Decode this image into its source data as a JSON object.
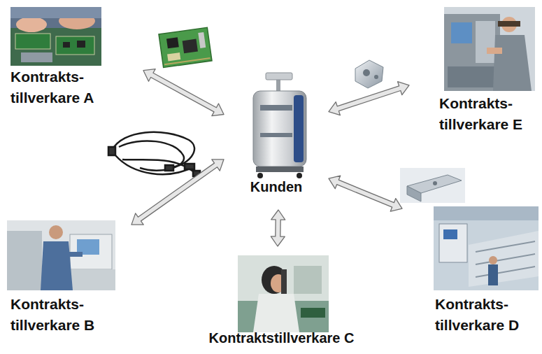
{
  "diagram": {
    "nodes": [
      {
        "text": [
          "Kontrakts- tillverkare A"
        ]
      },
      {
        "text": [
          "Kontrakts- tillverkare E"
        ]
      },
      {
        "text": [
          "Kunden"
        ]
      },
      {
        "text": [
          "Kontrakts- tillverkare B"
        ]
      },
      {
        "text": [
          "Kontrakts- tillverkare D"
        ]
      },
      {
        "text": [
          "Kontraktstillverkare C"
        ]
      }
    ],
    "edges": [
      {
        "from": 0,
        "to": 2,
        "arrow": "both"
      },
      {
        "from": 1,
        "to": 2,
        "arrow": "both"
      },
      {
        "from": 3,
        "to": 2,
        "arrow": "both"
      },
      {
        "from": 4,
        "to": 2,
        "arrow": "both"
      },
      {
        "from": 5,
        "to": 2,
        "arrow": "both"
      }
    ]
  }
}
